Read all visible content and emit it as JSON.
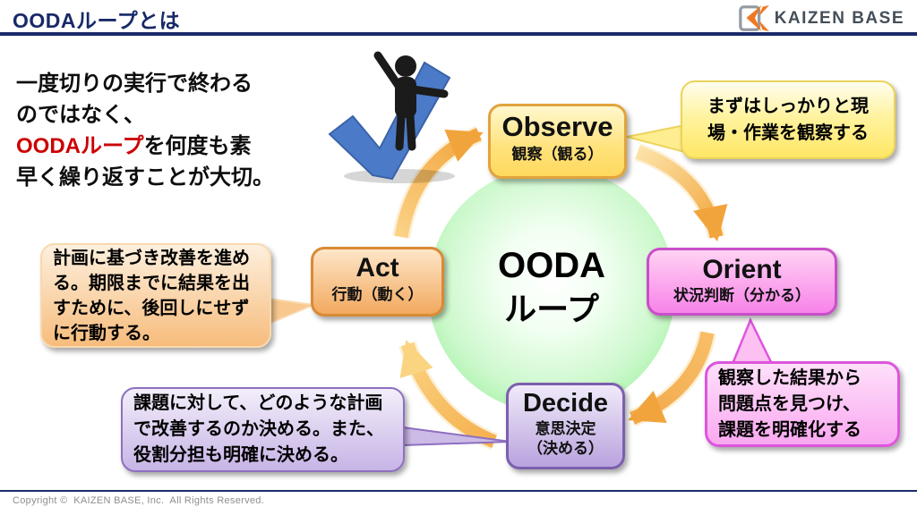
{
  "header": {
    "title": "OODAループとは",
    "logo_text": "KAIZEN BASE"
  },
  "intro": {
    "before_red": "一度切りの実行で終わる\nのではなく、\n",
    "red": "OODAループ",
    "after_red": "を何度も素\n早く繰り返すことが大切。"
  },
  "loop_center": {
    "title_en": "OODA",
    "title_jp": "ループ"
  },
  "nodes": {
    "observe": {
      "en": "Observe",
      "jp": "観察（観る）"
    },
    "orient": {
      "en": "Orient",
      "jp": "状況判断（分かる）"
    },
    "decide": {
      "en": "Decide",
      "jp": "意思決定\n（決める）"
    },
    "act": {
      "en": "Act",
      "jp": "行動（動く）"
    }
  },
  "callouts": {
    "observe": "まずはしっかりと現\n場・作業を観察する",
    "orient": "観察した結果から\n問題点を見つけ、\n課題を明確化する",
    "decide": "課題に対して、どのような計画\nで改善するのか決める。また、\n役割分担も明確に決める。",
    "act": "計画に基づき改善を進め\nる。期限までに結果を出\nすために、後回しにせず\nに行動する。"
  },
  "footer": {
    "copyright": "Copyright ©  KAIZEN BASE, Inc.  All Rights Reserved."
  },
  "colors": {
    "navy": "#1B2A6B",
    "red_accent": "#CC0000",
    "arrow_orange": "#F2A43C",
    "circle_green": "#8BE88B",
    "observe_border": "#E2A33C",
    "orient_border": "#C84FC8",
    "decide_border": "#7C5FAE",
    "act_border": "#D98A35",
    "logo_orange": "#F07820"
  }
}
